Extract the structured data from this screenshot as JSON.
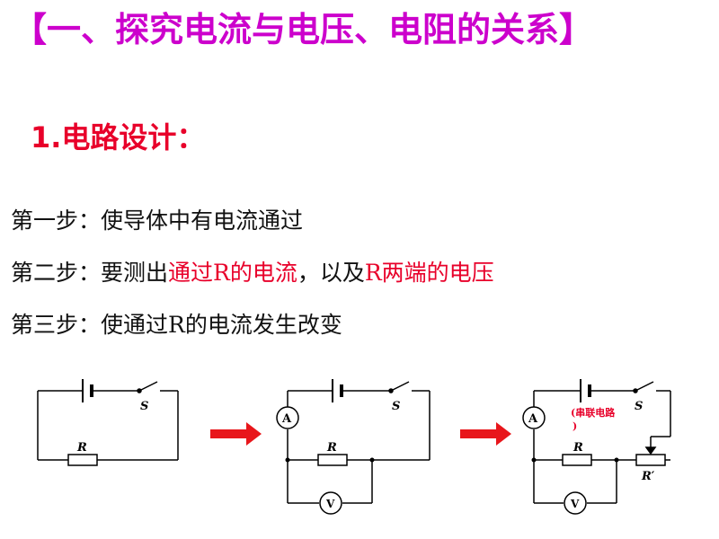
{
  "slide": {
    "title": "【一、探究电流与电压、电阻的关系】",
    "subtitle": "1.电路设计："
  },
  "steps": [
    {
      "prefix": "第一步：使导体中有电流通过",
      "highlight": "",
      "middle": "",
      "highlight2": "",
      "suffix": ""
    },
    {
      "prefix": "第二步：要测出",
      "highlight": "通过R的电流",
      "middle": "，以及",
      "highlight2": "R两端的电压",
      "suffix": ""
    },
    {
      "prefix": "第三步：使通过R的电流发生改变",
      "highlight": "",
      "middle": "",
      "highlight2": "",
      "suffix": ""
    }
  ],
  "circuits": {
    "switch_label": "S",
    "resistor_label": "R",
    "ammeter_label": "A",
    "voltmeter_label": "V",
    "rheostat_label": "R′",
    "series_note_line1": "(串联电路",
    "series_note_line2": ")"
  },
  "colors": {
    "title": "#cc00cc",
    "subtitle": "#e8002a",
    "highlight": "#e8002a",
    "arrow": "#e8161b"
  }
}
